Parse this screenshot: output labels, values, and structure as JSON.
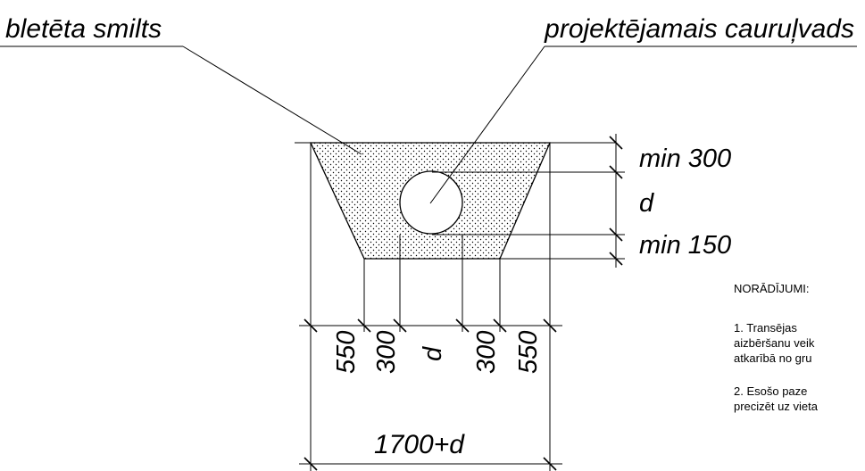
{
  "labels": {
    "fill_material": "bletēta smilts",
    "pipe": "projektējamais cauruļvads",
    "dim_top_cover": "min 300",
    "dim_pipe": "d",
    "dim_bottom_bed": "min 150",
    "dim_side_outer_left": "550",
    "dim_side_inner_left": "300",
    "dim_pipe_width": "d",
    "dim_side_inner_right": "300",
    "dim_side_outer_right": "550",
    "dim_total_width": "1700+d"
  },
  "notes": {
    "title": "NORĀDĪJUMI:",
    "items": [
      [
        "1.  Transējas",
        "aizbēršanu veik",
        "atkarībā no gru"
      ],
      [
        "2.  Esošo paze",
        "precizēt uz vieta"
      ]
    ]
  }
}
